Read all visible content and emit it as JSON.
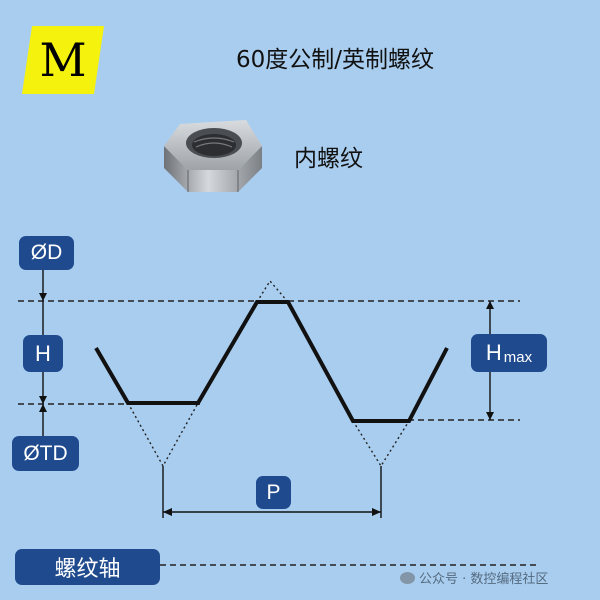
{
  "logo": {
    "letter": "M",
    "bg": "#f5f20e"
  },
  "title": "60度公制/英制螺纹",
  "nut_label": "内螺纹",
  "labels": {
    "major_diameter": "ØD",
    "height": "H",
    "tap_drill": "ØTD",
    "height_max_main": "H",
    "height_max_sub": "max",
    "pitch": "P",
    "axis": "螺纹轴"
  },
  "watermark": "公众号 · 数控编程社区",
  "colors": {
    "background": "#a9cdef",
    "tag": "#1f4a8e",
    "profile": "#111111"
  }
}
